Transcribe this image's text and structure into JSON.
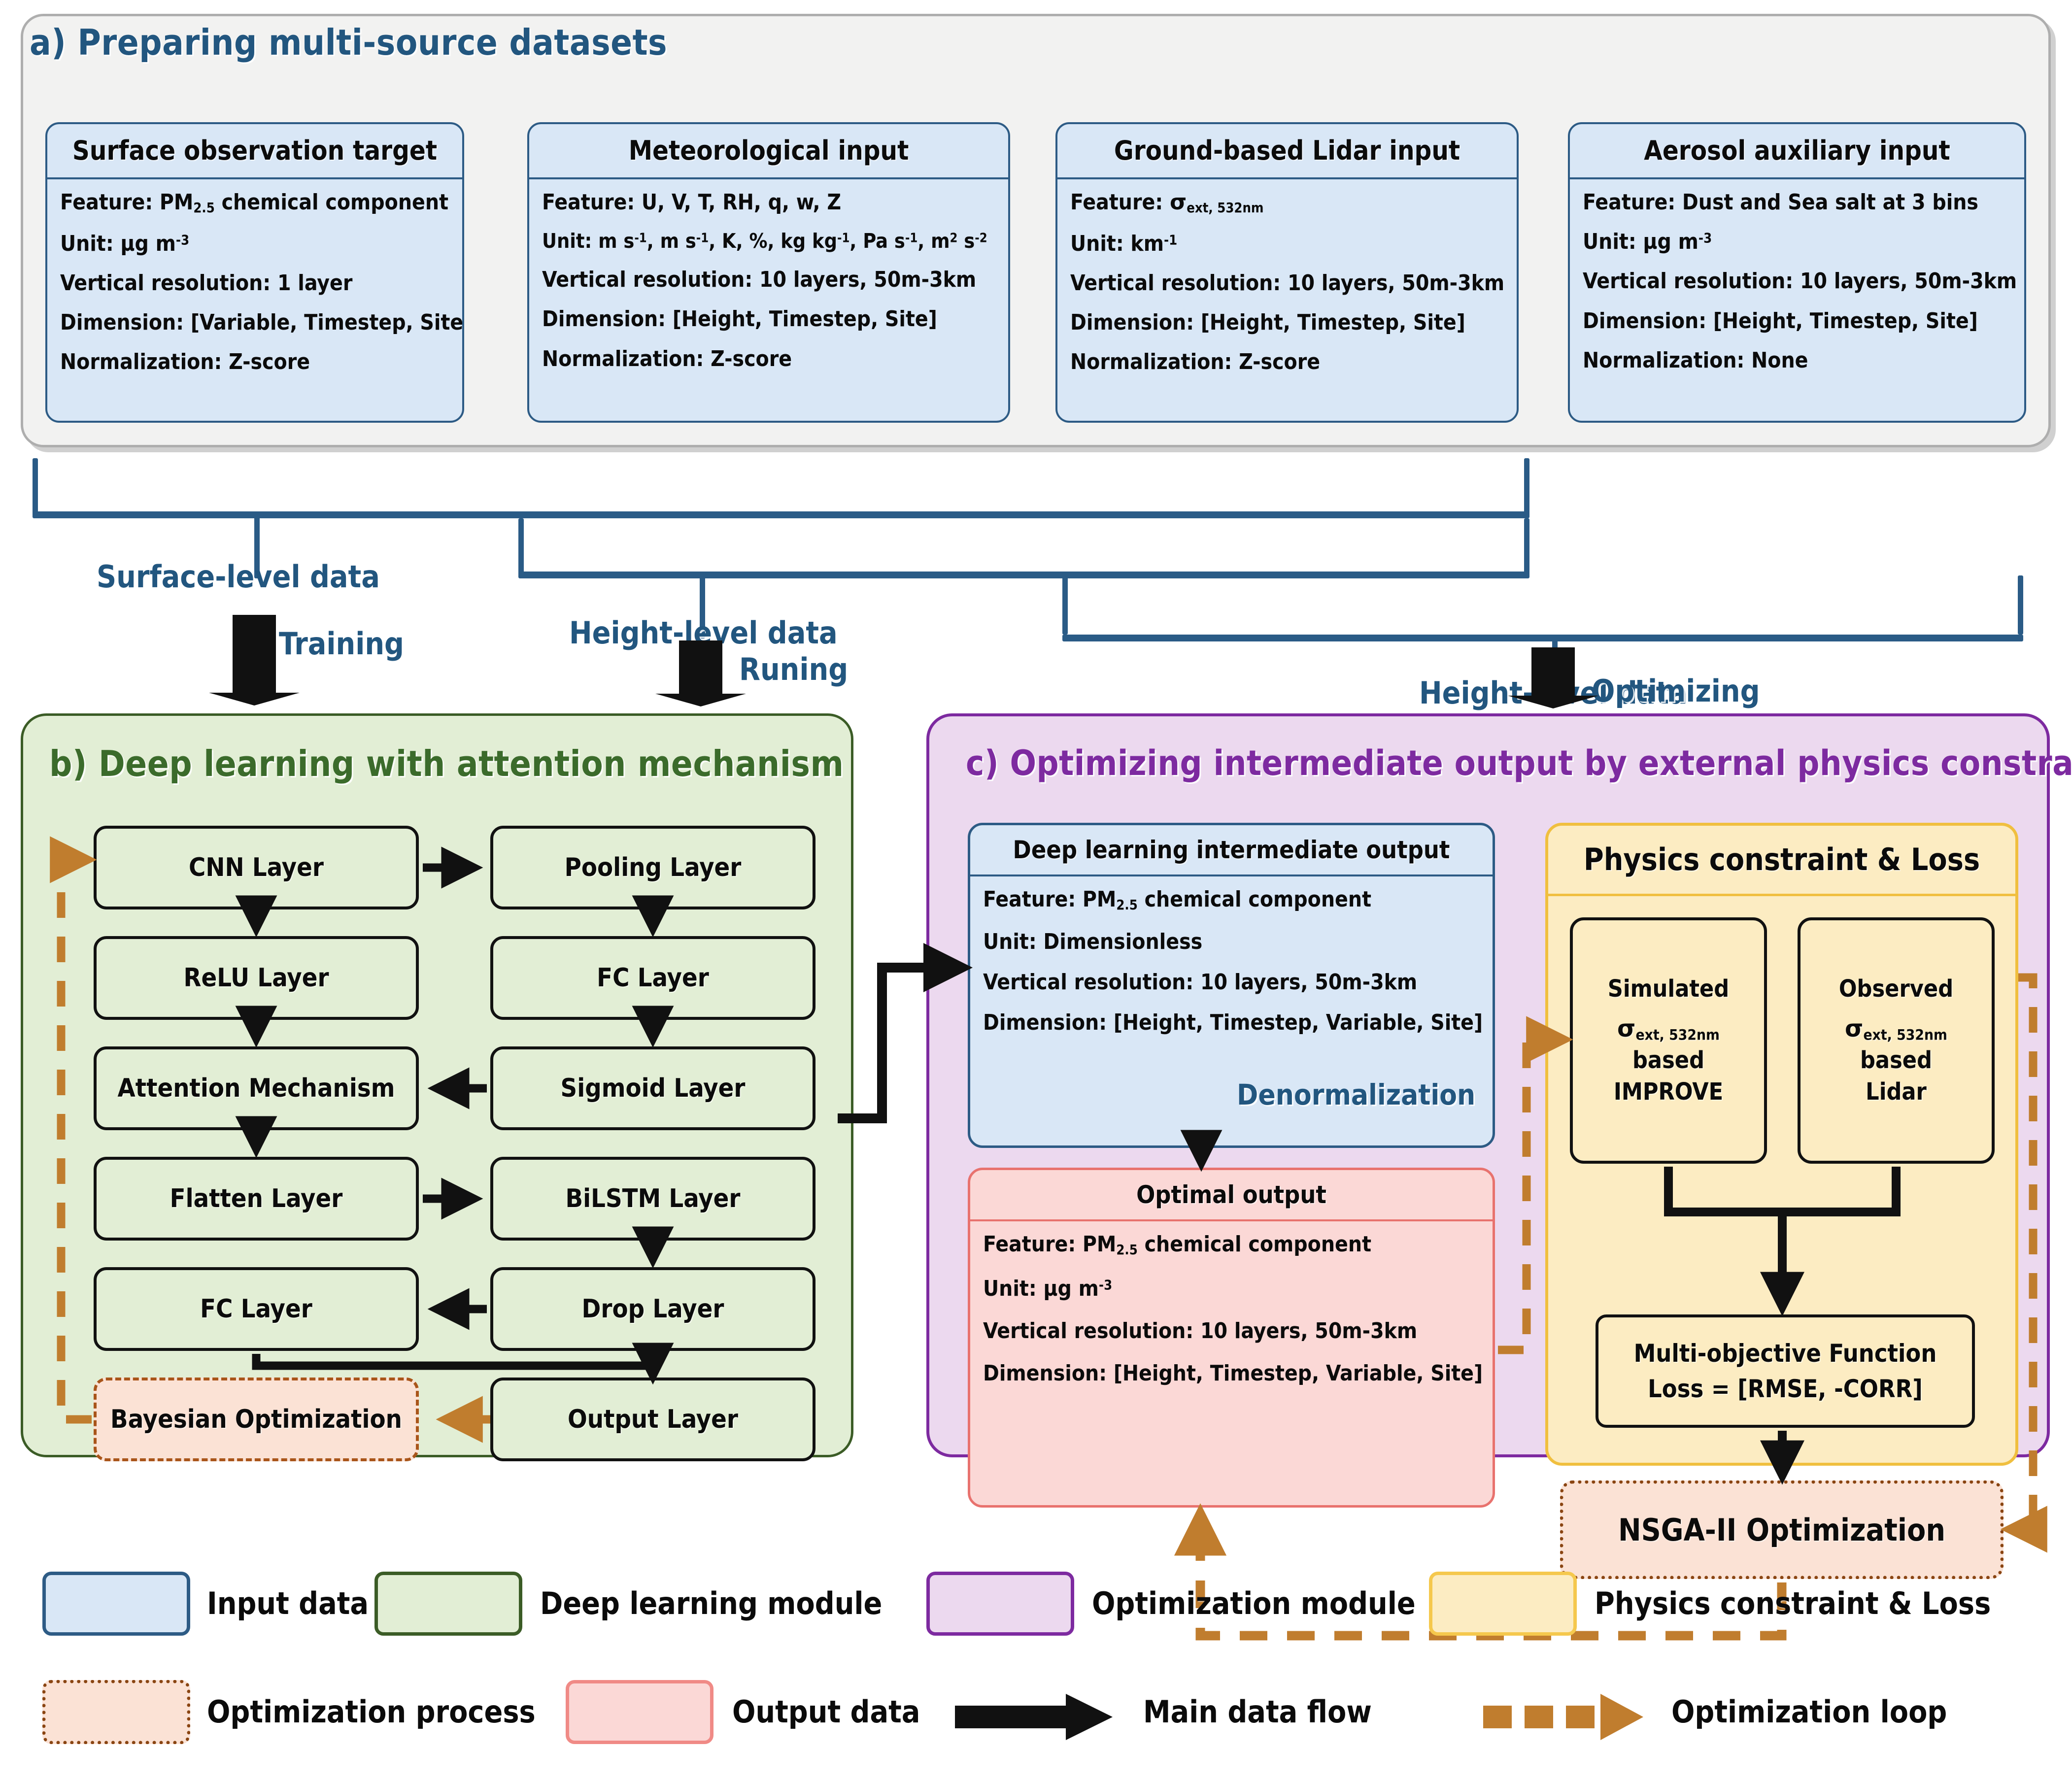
{
  "panel_a": {
    "title": "a) Preparing multi-source datasets",
    "cards": [
      {
        "header": "Surface observation target",
        "feature": "Feature: PM2.5 chemical component",
        "unit": "Unit: µg m-3",
        "vertical_resolution": "Vertical resolution: 1 layer",
        "dimension": "Dimension: [Variable, Timestep, Site]",
        "normalization": "Normalization: Z-score"
      },
      {
        "header": "Meteorological input",
        "feature": "Feature: U, V, T, RH, q, w, Z",
        "unit": "Unit: m s-1, m s-1, K, %, kg kg-1, Pa s-1, m2 s-2",
        "vertical_resolution": "Vertical resolution: 10 layers, 50m-3km",
        "dimension": "Dimension: [Height, Timestep, Site]",
        "normalization": "Normalization: Z-score"
      },
      {
        "header": "Ground-based Lidar input",
        "feature": "Feature: σext, 532nm",
        "unit": "Unit: km-1",
        "vertical_resolution": "Vertical resolution: 10 layers, 50m-3km",
        "dimension": "Dimension: [Height, Timestep, Site]",
        "normalization": "Normalization: Z-score"
      },
      {
        "header": "Aerosol auxiliary input",
        "feature": "Feature: Dust and Sea salt at 3 bins",
        "unit": "Unit: µg m-3",
        "vertical_resolution": "Vertical resolution: 10 layers, 50m-3km",
        "dimension": "Dimension: [Height, Timestep, Site]",
        "normalization": "Normalization: None"
      }
    ]
  },
  "flows": [
    {
      "data_label": "Surface-level data",
      "action_label": "Training"
    },
    {
      "data_label": "Height-level data",
      "action_label": "Runing"
    },
    {
      "data_label": "Height-level data",
      "action_label": "Optimizing"
    }
  ],
  "panel_b": {
    "title": "b) Deep learning with attention mechanism",
    "nodes": [
      "CNN Layer",
      "Pooling Layer",
      "ReLU Layer",
      "FC Layer",
      "Attention Mechanism",
      "Sigmoid Layer",
      "Flatten Layer",
      "BiLSTM Layer",
      "FC Layer",
      "Drop Layer",
      "Output Layer"
    ],
    "optimization_node": "Bayesian Optimization"
  },
  "panel_c": {
    "title": "c) Optimizing intermediate output by external physics constraint",
    "intermediate_card": {
      "header": "Deep learning intermediate output",
      "feature": "Feature: PM2.5 chemical component",
      "unit": "Unit: Dimensionless",
      "vertical_resolution": "Vertical resolution: 10 layers, 50m-3km",
      "dimension": "Dimension: [Height, Timestep, Variable, Site]"
    },
    "denormalization_label": "Denormalization",
    "optimal_card": {
      "header": "Optimal output",
      "feature": "Feature: PM2.5 chemical component",
      "unit": "Unit: µg m-3",
      "vertical_resolution": "Vertical resolution: 10 layers, 50m-3km",
      "dimension": "Dimension: [Height, Timestep, Variable, Site]"
    },
    "physics_card": {
      "header": "Physics constraint & Loss",
      "left_box": {
        "line1": "Simulated",
        "line2": "σext, 532nm",
        "line3": "based",
        "line4": "IMPROVE"
      },
      "right_box": {
        "line1": "Observed",
        "line2": "σext, 532nm",
        "line3": "based",
        "line4": "Lidar"
      },
      "objective_box": {
        "line1": "Multi-objective Function",
        "line2": "Loss = [RMSE, -CORR]"
      }
    },
    "nsga_node": "NSGA-II Optimization"
  },
  "legend": {
    "row1": [
      {
        "label": "Input data",
        "fill": "#d9e7f6",
        "stroke": "#2d5b85"
      },
      {
        "label": "Deep learning module",
        "fill": "#e2eed5",
        "stroke": "#3b5c26"
      },
      {
        "label": "Optimization module",
        "fill": "#ecd9ef",
        "stroke": "#7d2aa0"
      },
      {
        "label": "Physics constraint & Loss",
        "fill": "#fcecc2",
        "stroke": "#f0bf3f"
      }
    ],
    "row2": [
      {
        "label": "Optimization process",
        "fill": "#fbe2d5",
        "stroke": "#8a4512"
      },
      {
        "label": "Output data",
        "fill": "#fbd8d6",
        "stroke": "#e8726e"
      },
      {
        "label": "Main data flow",
        "fill": "#000000",
        "stroke": "#000000"
      },
      {
        "label": "Optimization loop",
        "fill": "#c07d2e",
        "stroke": "#c07d2e"
      }
    ]
  },
  "colors": {
    "blue_accent": "#22567f",
    "green_accent": "#3b6b2b",
    "purple_accent": "#7d2aa0",
    "orange_loop": "#c07d2e",
    "card_blue_fill": "#d9e7f6",
    "card_green_fill": "#e2eed5",
    "card_purple_fill": "#ecd9ef",
    "card_yellow_fill": "#fcecc2",
    "card_red_fill": "#fbd8d6",
    "card_peach_fill": "#fbe2d5"
  }
}
